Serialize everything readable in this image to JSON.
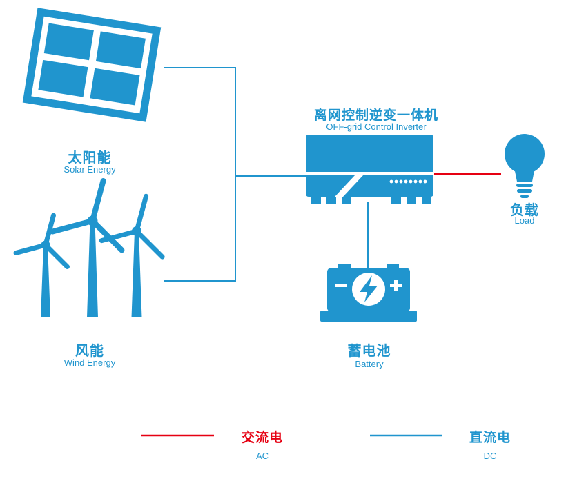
{
  "colors": {
    "blue": "#2095ce",
    "red": "#e60012"
  },
  "nodes": {
    "solar": {
      "zh": "太阳能",
      "en": "Solar Energy"
    },
    "wind": {
      "zh": "风能",
      "en": "Wind Energy"
    },
    "inverter": {
      "zh": "离网控制逆变一体机",
      "en": "OFF-grid Control Inverter"
    },
    "battery": {
      "zh": "蓄电池",
      "en": "Battery"
    },
    "load": {
      "zh": "负载",
      "en": "Load"
    }
  },
  "legend": {
    "ac": {
      "zh": "交流电",
      "en": "AC"
    },
    "dc": {
      "zh": "直流电",
      "en": "DC"
    }
  }
}
